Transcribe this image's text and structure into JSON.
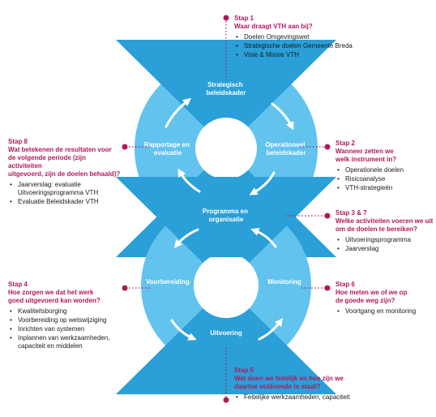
{
  "ring_labels": {
    "strategic": [
      "Strategisch",
      "beleidskader"
    ],
    "operational": [
      "Operationeel",
      "beleidskader"
    ],
    "program": [
      "Programma en",
      "organisatie"
    ],
    "report": [
      "Rapportage en",
      "evaluatie"
    ],
    "preparation": [
      "Voorbereiding"
    ],
    "monitoring": [
      "Monitoring"
    ],
    "execution": [
      "Uitvoering"
    ]
  },
  "steps": [
    {
      "id": "1",
      "number": "Stap 1",
      "question": [
        "Waar draagt VTH aan bij?"
      ],
      "items": [
        "Doelen Omgevingswet",
        "Strategische doelen Gemeente Breda",
        "Visie & Missie VTH"
      ]
    },
    {
      "id": "2",
      "number": "Stap 2",
      "question": [
        "Wanneer zetten we",
        "welk instrument in?"
      ],
      "items": [
        "Operationele doelen",
        "Risicoanalyse",
        "VTH-strategieën"
      ]
    },
    {
      "id": "37",
      "number": "Stap 3 & 7",
      "question": [
        "Welke activiteiten voeren we uit",
        "om de doelen te bereiken?"
      ],
      "items": [
        "Uitvoeringsprogramma",
        "Jaarverslag"
      ]
    },
    {
      "id": "6",
      "number": "Stap 6",
      "question": [
        "Hoe meten we of we op",
        "de goede weg zijn?"
      ],
      "items": [
        "Voortgang en monitoring"
      ]
    },
    {
      "id": "5",
      "number": "Stap 5",
      "question": [
        "Wat doen we feitelijk en hoe zijn we",
        "daartoe voldoende in staat?"
      ],
      "items": [
        "Feitelijke werkzaamheden, capaciteit"
      ]
    },
    {
      "id": "4",
      "number": "Stap 4",
      "question": [
        "Hoe zorgen we dat het werk",
        "goed uitgevoerd kan worden?"
      ],
      "items": [
        "Kwaliteitsborging",
        "Voorbereiding op wetswijziging",
        "Inrichten van systemen",
        "Inplannen van werkzaamheden, capaciteit en middelen"
      ]
    },
    {
      "id": "8",
      "number": "Stap 8",
      "question": [
        "Wat betekenen de resultaten voor",
        "de volgende periode (zijn activiteiten",
        "uitgevoerd, zijn de doelen behaald)?"
      ],
      "items": [
        "Jaarverslag: evaluatie Uitvoeringsprogramma VTH",
        "Evaluatie Beleidskader VTH"
      ]
    }
  ],
  "colors": {
    "dark": "#2a9fd8",
    "light": "#62c3ee",
    "accent": "#b0195d"
  }
}
